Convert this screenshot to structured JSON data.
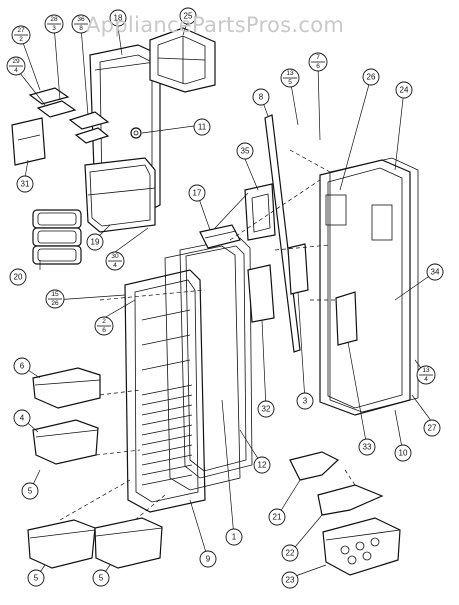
{
  "watermark": "AppliancePartsPros.com",
  "callouts": {
    "c1": "1",
    "c3": "3",
    "c4": "4",
    "c5a": "5",
    "c5b": "5",
    "c5c": "5",
    "c6": "6",
    "c8": "8",
    "c9": "9",
    "c10": "10",
    "c11": "11",
    "c12": "12",
    "c17": "17",
    "c18": "18",
    "c19": "19",
    "c20": "20",
    "c21": "21",
    "c22": "22",
    "c23": "23",
    "c24": "24",
    "c25": "25",
    "c26": "26",
    "c27": "27",
    "c31": "31",
    "c32": "32",
    "c33": "33",
    "c34": "34",
    "c35": "35"
  },
  "fraction_callouts": {
    "f_27_2": {
      "top": "27",
      "bottom": "2"
    },
    "f_28_3": {
      "top": "28",
      "bottom": "3"
    },
    "f_36_8": {
      "top": "36",
      "bottom": "8"
    },
    "f_29_4": {
      "top": "29",
      "bottom": "4"
    },
    "f_13_5a": {
      "top": "13",
      "bottom": "5"
    },
    "f_7_6": {
      "top": "7",
      "bottom": "6"
    },
    "f_30_4": {
      "top": "30",
      "bottom": "4"
    },
    "f_15_26": {
      "top": "15",
      "bottom": "26"
    },
    "f_2_6": {
      "top": "2",
      "bottom": "6"
    },
    "f_13_4": {
      "top": "13",
      "bottom": "4"
    }
  }
}
